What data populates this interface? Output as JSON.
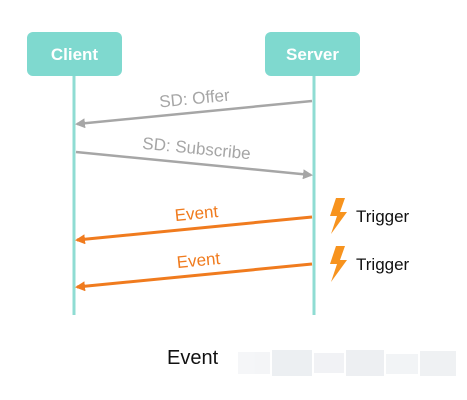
{
  "participants": {
    "client": "Client",
    "server": "Server"
  },
  "messages": [
    {
      "label": "SD: Offer"
    },
    {
      "label": "SD: Subscribe"
    },
    {
      "label": "Event",
      "trigger": "Trigger"
    },
    {
      "label": "Event",
      "trigger": "Trigger"
    }
  ],
  "caption": "Event",
  "colors": {
    "participant_box": "#7fd9cf",
    "lifeline": "#8fdcd3",
    "gray_message": "#a6a6a6",
    "event_message": "#f07b1e",
    "lightning": "#f7931e"
  }
}
